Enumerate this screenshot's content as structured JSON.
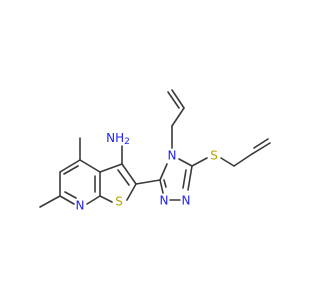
{
  "molecule": {
    "atoms": {
      "amine": "NH",
      "amine_subscript": "2",
      "ring_nitrogen_pyridine": "N",
      "thiophene_sulfur": "S",
      "triazole_n4": "N",
      "triazole_n1": "N",
      "triazole_n2": "N",
      "thioether_sulfur": "S"
    },
    "colors": {
      "carbon_bond": "#3a3a3a",
      "nitrogen": "#2222ee",
      "sulfur": "#b3a700",
      "background": "#ffffff"
    }
  }
}
